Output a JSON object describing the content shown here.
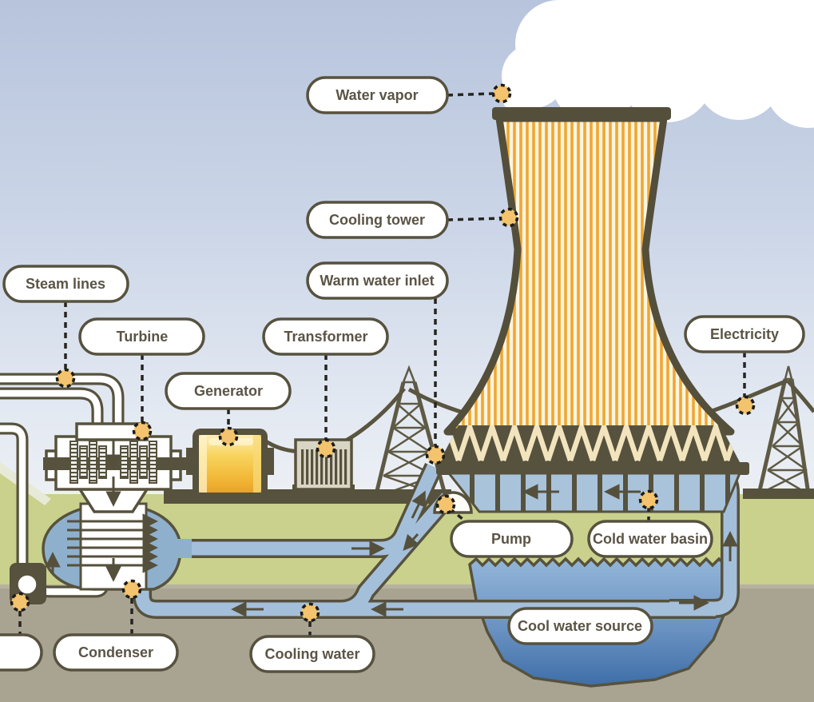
{
  "diagram": {
    "subject": "Power plant cooling tower water cycle",
    "labels": [
      {
        "id": "water-vapor",
        "text": "Water vapor"
      },
      {
        "id": "cooling-tower",
        "text": "Cooling tower"
      },
      {
        "id": "warm-water-inlet",
        "text": "Warm water inlet"
      },
      {
        "id": "steam-lines",
        "text": "Steam lines"
      },
      {
        "id": "turbine",
        "text": "Turbine"
      },
      {
        "id": "generator",
        "text": "Generator"
      },
      {
        "id": "transformer",
        "text": "Transformer"
      },
      {
        "id": "electricity",
        "text": "Electricity"
      },
      {
        "id": "pump",
        "text": "Pump"
      },
      {
        "id": "cold-water-basin",
        "text": "Cold water basin"
      },
      {
        "id": "condenser",
        "text": "Condenser"
      },
      {
        "id": "cooling-water",
        "text": "Cooling water"
      },
      {
        "id": "cool-water-source",
        "text": "Cool water source"
      },
      {
        "id": "pump-cutoff",
        "text": ""
      }
    ],
    "colors": {
      "outline": "#57523d",
      "tower_stripe": "#efa733",
      "tower_base": "#fdf4dd",
      "pipe_water": "#a4bfda",
      "basin_water": "#a9c3da",
      "pond_deep": "#3e6ea8",
      "vegetation": "#c9d18c",
      "underground": "#a9a492",
      "generator_body": "#f6c445",
      "callout_dot": "#f3c46d",
      "label_text": "#5b5446"
    }
  }
}
